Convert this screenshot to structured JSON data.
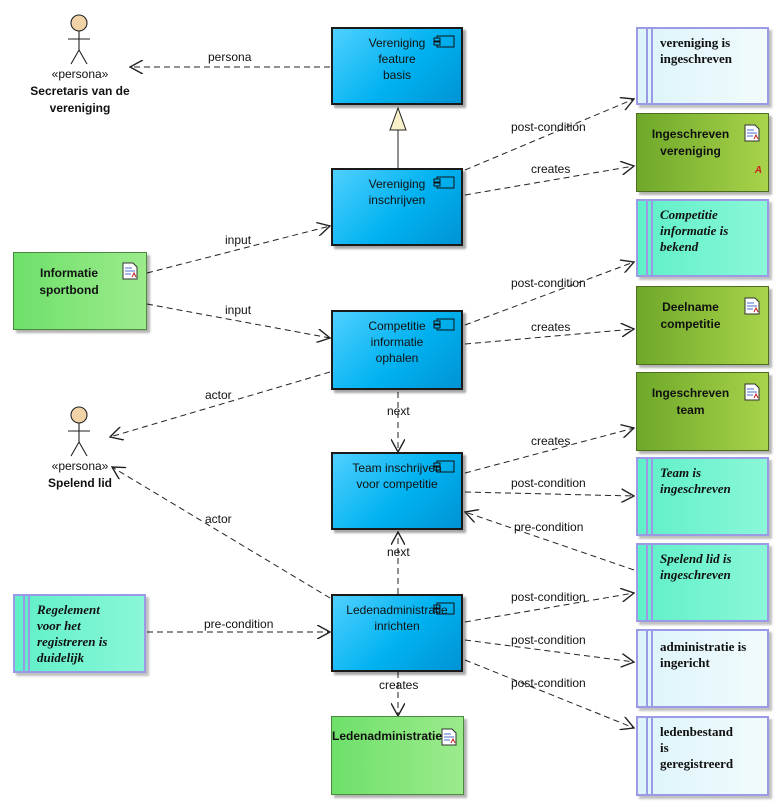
{
  "actors": {
    "secretaris": {
      "stereotype": "«persona»",
      "name": "Secretaris van de vereniging"
    },
    "speler": {
      "stereotype": "«persona»",
      "name": "Spelend lid"
    }
  },
  "features": {
    "basis": "Vereniging feature basis",
    "inschrijven": "Vereniging inschrijven",
    "competitie": "Competitie informatie ophalen",
    "team": "Team inschrijven voor competitie",
    "leden": "Ledenadministratie inrichten"
  },
  "artifacts": {
    "info_sportbond": "Informatie sportbond",
    "ingeschreven_vereniging": "Ingeschreven vereniging",
    "deelname": "Deelname competitie",
    "ingeschreven_team": "Ingeschreven team",
    "ledenadministratie": "Ledenadministratie"
  },
  "conditions": {
    "vereniging": "vereniging is ingeschreven",
    "competitie": "Competitie informatie is bekend",
    "team": "Team is ingeschreven",
    "spelend_lid": "Spelend lid is ingeschreven",
    "regelement": "Regelement voor het registreren is duidelijk",
    "administratie": "administratie is ingericht",
    "ledenbestand": "ledenbestand is geregistreerd"
  },
  "edge_labels": {
    "persona": "persona",
    "post_condition": "post-condition",
    "creates": "creates",
    "input": "input",
    "actor": "actor",
    "next": "next",
    "pre_condition": "pre-condition"
  },
  "colors": {
    "feature": "#00b2f0",
    "artifact_light": "#7fe37a",
    "artifact_dark": "#8bbf3a",
    "condition_teal": "#6ff3cf",
    "condition_pale": "#e8f8fc",
    "condition_border": "#9a9ae6"
  }
}
